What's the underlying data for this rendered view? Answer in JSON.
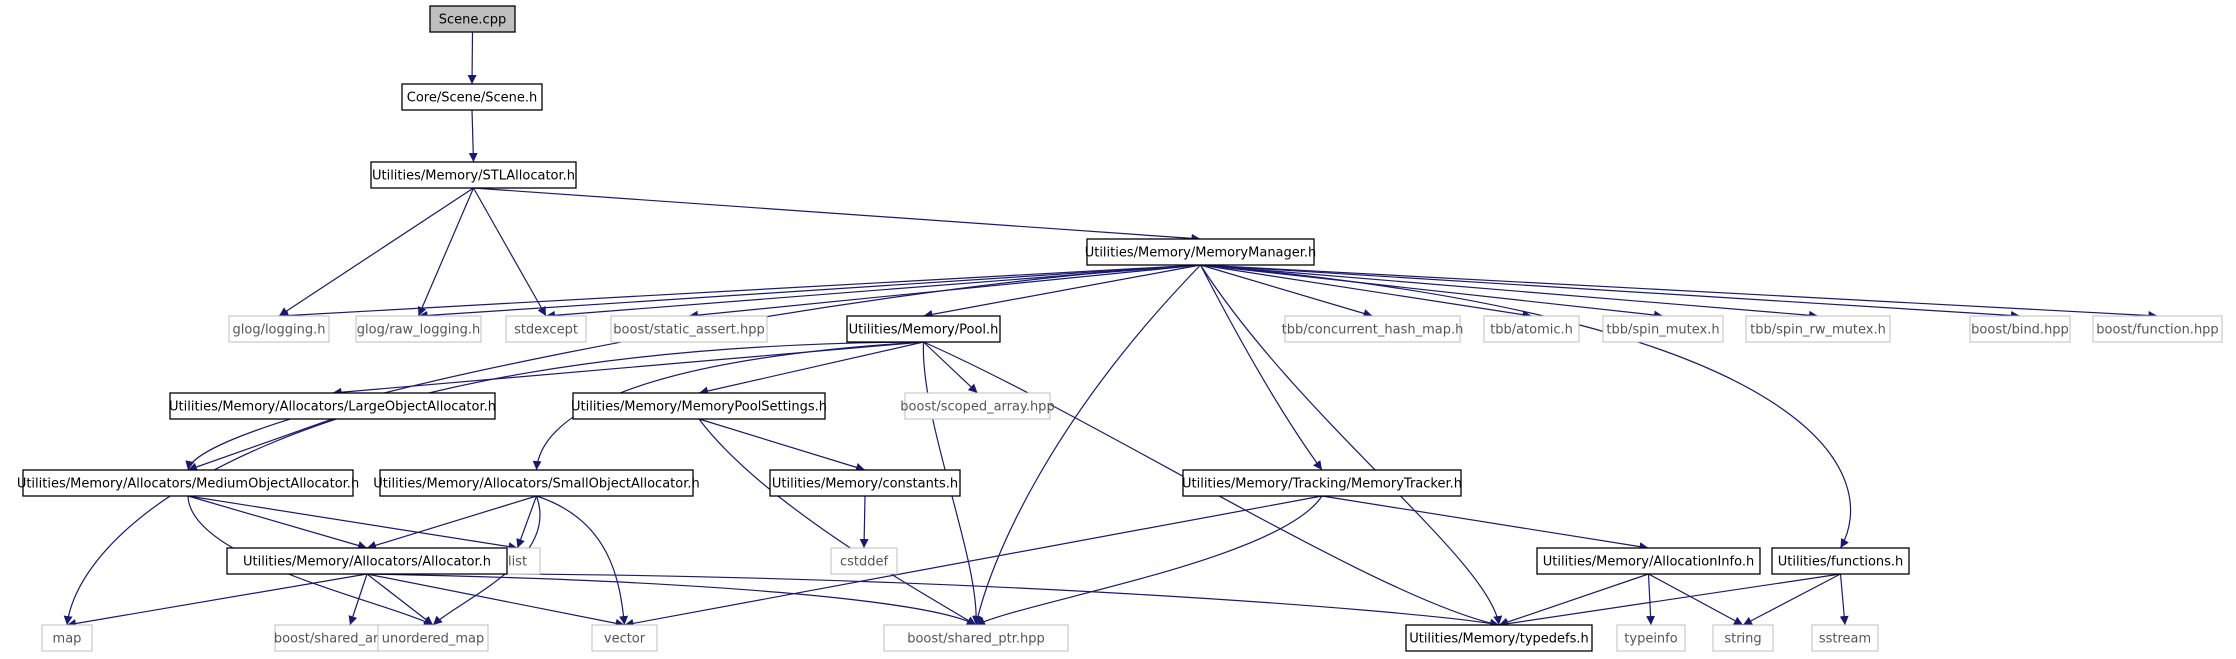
{
  "colors": {
    "edge": "#191970",
    "project_border": "#000000",
    "external_border": "#bfbfbf",
    "root_fill": "#bfbfbf",
    "background": "#ffffff"
  },
  "nodes": [
    {
      "id": "scene_cpp",
      "label": "Scene.cpp",
      "kind": "root"
    },
    {
      "id": "scene_h",
      "label": "Core/Scene/Scene.h",
      "kind": "project"
    },
    {
      "id": "stlalloc",
      "label": "Utilities/Memory/STLAllocator.h",
      "kind": "project"
    },
    {
      "id": "memmgr",
      "label": "Utilities/Memory/MemoryManager.h",
      "kind": "project"
    },
    {
      "id": "glog_logging",
      "label": "glog/logging.h",
      "kind": "external"
    },
    {
      "id": "glog_raw",
      "label": "glog/raw_logging.h",
      "kind": "external"
    },
    {
      "id": "stdexcept",
      "label": "stdexcept",
      "kind": "external"
    },
    {
      "id": "static_assert",
      "label": "boost/static_assert.hpp",
      "kind": "external"
    },
    {
      "id": "pool",
      "label": "Utilities/Memory/Pool.h",
      "kind": "project"
    },
    {
      "id": "tbb_chm",
      "label": "tbb/concurrent_hash_map.h",
      "kind": "external"
    },
    {
      "id": "tbb_atomic",
      "label": "tbb/atomic.h",
      "kind": "external"
    },
    {
      "id": "tbb_spin",
      "label": "tbb/spin_mutex.h",
      "kind": "external"
    },
    {
      "id": "tbb_rw",
      "label": "tbb/spin_rw_mutex.h",
      "kind": "external"
    },
    {
      "id": "boost_bind",
      "label": "boost/bind.hpp",
      "kind": "external"
    },
    {
      "id": "boost_function",
      "label": "boost/function.hpp",
      "kind": "external"
    },
    {
      "id": "large_alloc",
      "label": "Utilities/Memory/Allocators/LargeObjectAllocator.h",
      "kind": "project"
    },
    {
      "id": "pool_settings",
      "label": "Utilities/Memory/MemoryPoolSettings.h",
      "kind": "project"
    },
    {
      "id": "scoped_array",
      "label": "boost/scoped_array.hpp",
      "kind": "external"
    },
    {
      "id": "medium_alloc",
      "label": "Utilities/Memory/Allocators/MediumObjectAllocator.h",
      "kind": "project"
    },
    {
      "id": "small_alloc",
      "label": "Utilities/Memory/Allocators/SmallObjectAllocator.h",
      "kind": "project"
    },
    {
      "id": "constants",
      "label": "Utilities/Memory/constants.h",
      "kind": "project"
    },
    {
      "id": "tracker",
      "label": "Utilities/Memory/Tracking/MemoryTracker.h",
      "kind": "project"
    },
    {
      "id": "list",
      "label": "list",
      "kind": "external"
    },
    {
      "id": "cstddef",
      "label": "cstddef",
      "kind": "external"
    },
    {
      "id": "allocator",
      "label": "Utilities/Memory/Allocators/Allocator.h",
      "kind": "project"
    },
    {
      "id": "alloc_info",
      "label": "Utilities/Memory/AllocationInfo.h",
      "kind": "project"
    },
    {
      "id": "functions",
      "label": "Utilities/functions.h",
      "kind": "project"
    },
    {
      "id": "map",
      "label": "map",
      "kind": "external"
    },
    {
      "id": "shared_array",
      "label": "boost/shared_array.hpp",
      "kind": "external"
    },
    {
      "id": "unordered_map",
      "label": "unordered_map",
      "kind": "external"
    },
    {
      "id": "vector",
      "label": "vector",
      "kind": "external"
    },
    {
      "id": "shared_ptr",
      "label": "boost/shared_ptr.hpp",
      "kind": "external"
    },
    {
      "id": "typedefs",
      "label": "Utilities/Memory/typedefs.h",
      "kind": "project"
    },
    {
      "id": "typeinfo",
      "label": "typeinfo",
      "kind": "external"
    },
    {
      "id": "string",
      "label": "string",
      "kind": "external"
    },
    {
      "id": "sstream",
      "label": "sstream",
      "kind": "external"
    }
  ],
  "edges": [
    [
      "scene_cpp",
      "scene_h"
    ],
    [
      "scene_h",
      "stlalloc"
    ],
    [
      "stlalloc",
      "glog_logging"
    ],
    [
      "stlalloc",
      "glog_raw"
    ],
    [
      "stlalloc",
      "stdexcept"
    ],
    [
      "stlalloc",
      "memmgr"
    ],
    [
      "memmgr",
      "glog_logging"
    ],
    [
      "memmgr",
      "glog_raw"
    ],
    [
      "memmgr",
      "stdexcept"
    ],
    [
      "memmgr",
      "static_assert"
    ],
    [
      "memmgr",
      "pool"
    ],
    [
      "memmgr",
      "tbb_chm"
    ],
    [
      "memmgr",
      "tbb_atomic"
    ],
    [
      "memmgr",
      "tbb_spin"
    ],
    [
      "memmgr",
      "tbb_rw"
    ],
    [
      "memmgr",
      "boost_bind"
    ],
    [
      "memmgr",
      "boost_function"
    ],
    [
      "memmgr",
      "medium_alloc"
    ],
    [
      "memmgr",
      "shared_ptr"
    ],
    [
      "memmgr",
      "typedefs"
    ],
    [
      "memmgr",
      "tracker"
    ],
    [
      "memmgr",
      "functions"
    ],
    [
      "pool",
      "map"
    ],
    [
      "pool",
      "large_alloc"
    ],
    [
      "pool",
      "small_alloc"
    ],
    [
      "pool",
      "pool_settings"
    ],
    [
      "pool",
      "scoped_array"
    ],
    [
      "pool",
      "shared_ptr"
    ],
    [
      "pool",
      "typedefs"
    ],
    [
      "large_alloc",
      "medium_alloc"
    ],
    [
      "pool_settings",
      "constants"
    ],
    [
      "pool_settings",
      "shared_ptr"
    ],
    [
      "constants",
      "cstddef"
    ],
    [
      "medium_alloc",
      "allocator"
    ],
    [
      "medium_alloc",
      "list"
    ],
    [
      "medium_alloc",
      "unordered_map"
    ],
    [
      "small_alloc",
      "allocator"
    ],
    [
      "small_alloc",
      "list"
    ],
    [
      "small_alloc",
      "unordered_map"
    ],
    [
      "small_alloc",
      "vector"
    ],
    [
      "allocator",
      "map"
    ],
    [
      "allocator",
      "shared_array"
    ],
    [
      "allocator",
      "unordered_map"
    ],
    [
      "allocator",
      "vector"
    ],
    [
      "allocator",
      "shared_ptr"
    ],
    [
      "allocator",
      "typedefs"
    ],
    [
      "tracker",
      "vector"
    ],
    [
      "tracker",
      "shared_ptr"
    ],
    [
      "tracker",
      "alloc_info"
    ],
    [
      "alloc_info",
      "typedefs"
    ],
    [
      "alloc_info",
      "typeinfo"
    ],
    [
      "alloc_info",
      "string"
    ],
    [
      "functions",
      "typedefs"
    ],
    [
      "functions",
      "string"
    ],
    [
      "functions",
      "sstream"
    ]
  ]
}
